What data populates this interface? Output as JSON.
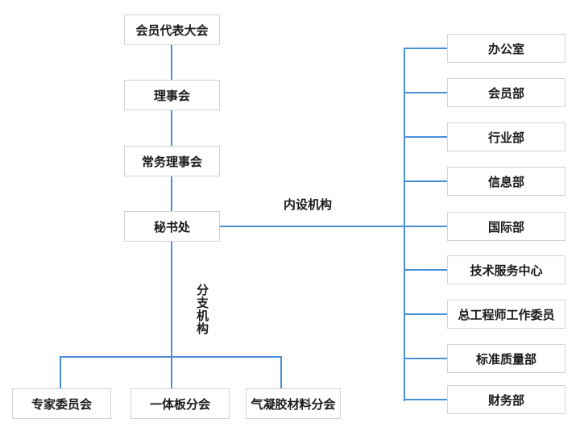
{
  "colors": {
    "connector_blue": "#4a90d9",
    "box_border": "#d3d3d3",
    "box_background": "#ffffff",
    "text": "#1a1a1a",
    "page_background": "#ffffff"
  },
  "org_chart": {
    "governance_chain": [
      "会员代表大会",
      "理事会",
      "常务理事会",
      "秘书处"
    ],
    "connector_labels": {
      "internal": "内设机构",
      "branch": "分支机构"
    },
    "internal_departments": [
      "办公室",
      "会员部",
      "行业部",
      "信息部",
      "国际部",
      "技术服务中心",
      "总工程师工作委员",
      "标准质量部",
      "财务部"
    ],
    "branch_organizations": [
      "专家委员会",
      "一体板分会",
      "气凝胶材料分会"
    ]
  }
}
